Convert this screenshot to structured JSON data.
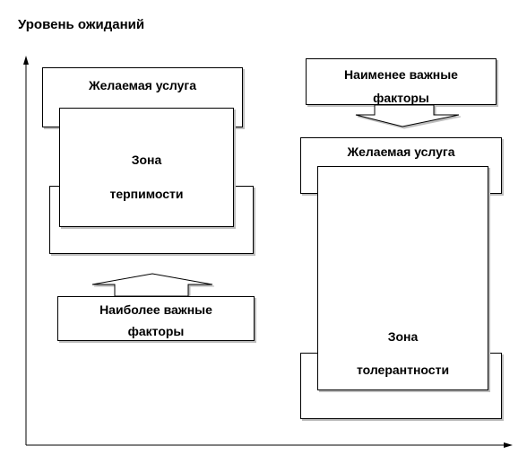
{
  "diagram": {
    "y_axis_title": "Уровень ожиданий",
    "left": {
      "desired_service": "Желаемая услуга",
      "zone_line1": "Зона",
      "zone_line2": "терпимости",
      "factors_line1": "Наиболее важные",
      "factors_line2": "факторы"
    },
    "right": {
      "factors_line1": "Наименее важные",
      "factors_line2": "факторы",
      "desired_service": "Желаемая услуга",
      "zone_line1": "Зона",
      "zone_line2": "толерантности"
    }
  }
}
